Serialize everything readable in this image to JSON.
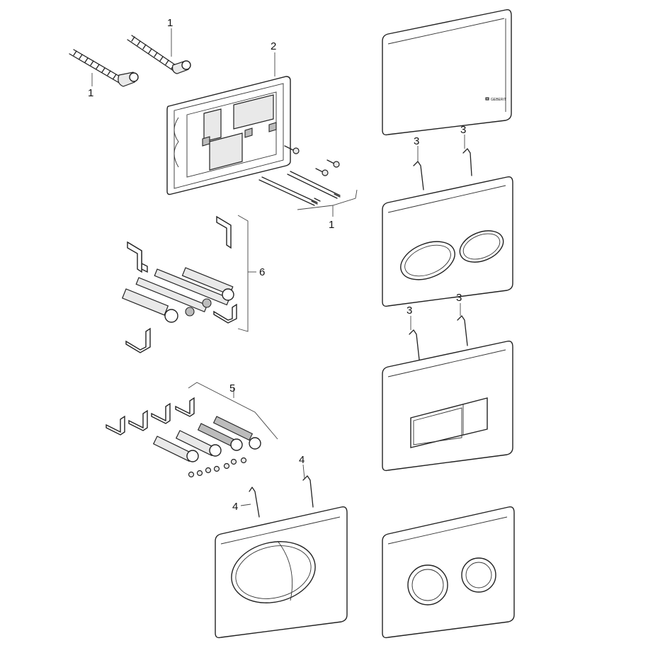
{
  "labels": {
    "rods": "1",
    "frame": "2",
    "spring_clip": "3",
    "clip_small": "4",
    "screw_set": "5",
    "bracket_set": "6"
  },
  "brand": "GEBERIT"
}
